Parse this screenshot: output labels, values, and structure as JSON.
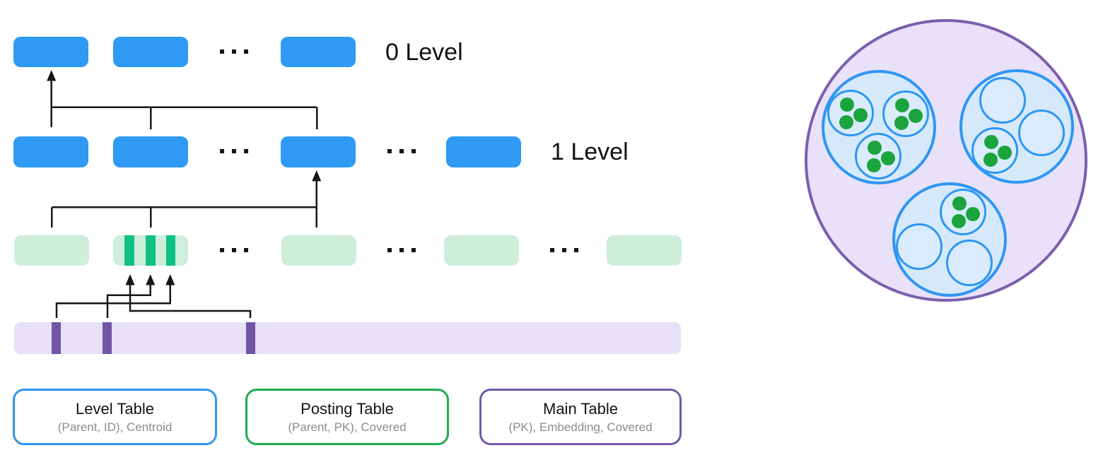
{
  "rows": {
    "level0": {
      "label": "0 Level"
    },
    "level1": {
      "label": "1 Level"
    }
  },
  "ellipsis_icon": "···",
  "legend": [
    {
      "title": "Level Table",
      "subtitle": "(Parent, ID), Centroid"
    },
    {
      "title": "Posting Table",
      "subtitle": "(Parent, PK), Covered"
    },
    {
      "title": "Main Table",
      "subtitle": "(PK), Embedding, Covered"
    }
  ],
  "colors": {
    "node-blue": "#2e9af3",
    "node-green": "#cdeeda",
    "stripe-green": "#10bf83",
    "bar-lavender": "#e7e0f8",
    "stripe-purple": "#7156a8",
    "line": "#161616",
    "text": "#111111",
    "subtitle-gray": "#8c8c8c",
    "legend-blue": "#2e96f0",
    "legend-green": "#1ead4c",
    "legend-purple": "#7259aa",
    "circle-purple-border": "#7b5fae",
    "circle-lavender-fill": "#e9e1f9",
    "cluster-blue-border": "#2e96f3",
    "cluster-blue-fill": "#d6e9fb",
    "small-blue-fill": "#d9ebfc",
    "dot-green": "#1ba43d"
  }
}
